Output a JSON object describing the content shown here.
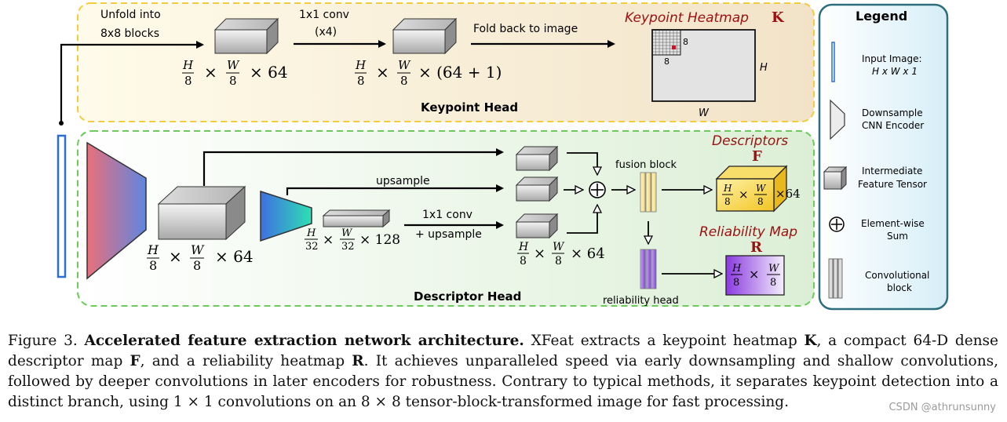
{
  "keypoint_head": {
    "unfold_line1": "Unfold into",
    "unfold_line2": "8x8 blocks",
    "conv_line1": "1x1 conv",
    "conv_line2": "(x4)",
    "fold": "Fold back to image",
    "title": "Keypoint Heatmap",
    "symbol": "K",
    "block_a": "8",
    "block_b": "8",
    "dim_h": "H",
    "dim_w": "W",
    "label": "Keypoint Head",
    "tensor1_tail": "× 64",
    "tensor2_tail": "× (64 + 1)"
  },
  "descriptor_head": {
    "upsample": "upsample",
    "conv_line1": "1x1 conv",
    "conv_line2": "+ upsample",
    "fusion": "fusion block",
    "reliability_head": "reliability head",
    "descriptors_title": "Descriptors",
    "descriptors_symbol": "F",
    "reliability_title": "Reliability Map",
    "reliability_symbol": "R",
    "label": "Descriptor Head",
    "tensor_big_tail": "× 64",
    "tensor_small_tail": "× 128",
    "tensor_mid_tail": "× 64",
    "desc_tail": "×64"
  },
  "frac": {
    "H": "H",
    "W": "W",
    "d8": "8",
    "d32": "32",
    "times": "×"
  },
  "legend": {
    "title": "Legend",
    "input_line1": "Input Image:",
    "input_line2": "H x W x 1",
    "down_line1": "Downsample",
    "down_line2": "CNN Encoder",
    "inter_line1": "Intermediate",
    "inter_line2": "Feature Tensor",
    "sum_line1": "Element-wise",
    "sum_line2": "Sum",
    "conv_line1": "Convolutional",
    "conv_line2": "block"
  },
  "caption": {
    "prefix": "Figure 3. ",
    "bold": "Accelerated feature extraction network architecture.",
    "text_a": " XFeat extracts a keypoint heatmap ",
    "sym_k": "K",
    "text_b": ", a compact 64-D dense descriptor map ",
    "sym_f": "F",
    "text_c": ", and a reliability heatmap ",
    "sym_r": "R",
    "text_d": ". It achieves unparalleled speed via early downsampling and shallow convolutions, followed by deeper convolutions in later encoders for robustness. Contrary to typical methods, it separates keypoint detection into a distinct branch, using ",
    "math_1": "1 × 1",
    "text_e": " convolutions on an ",
    "math_2": "8 × 8",
    "text_f": " tensor-block-transformed image for fast processing."
  },
  "watermark": "CSDN @athrunsunny",
  "colors": {
    "keypoint_bg": "#f6ecd6",
    "keypoint_border": "#f2cc3c",
    "descriptor_bg": "#e8f4e2",
    "descriptor_border": "#6ccb5a",
    "legend_border": "#2c6e7c",
    "title_red": "#9b1111",
    "input_blue": "#2a6fd6"
  }
}
